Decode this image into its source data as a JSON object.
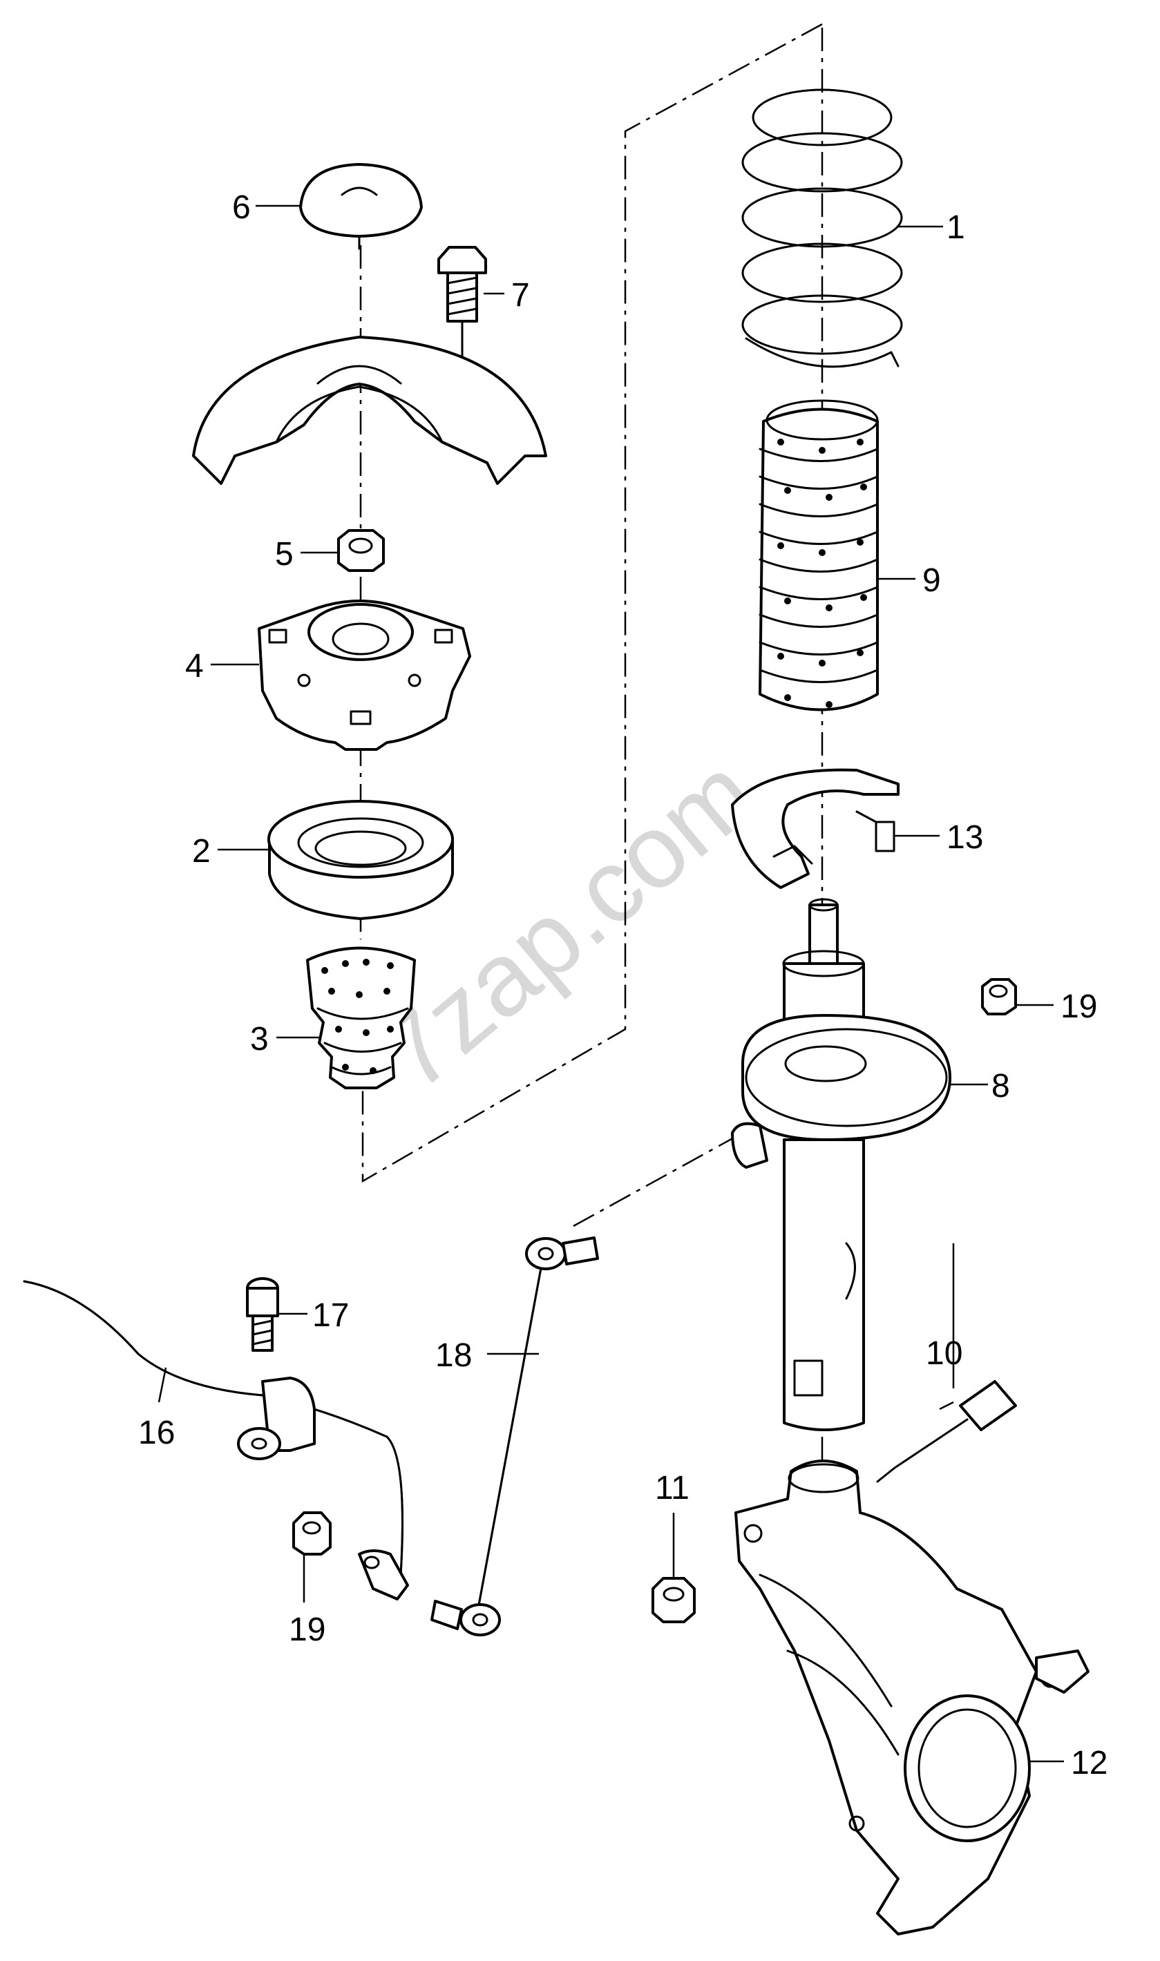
{
  "watermark": "7zap.com",
  "callouts": [
    {
      "id": "1",
      "label": "1"
    },
    {
      "id": "2",
      "label": "2"
    },
    {
      "id": "3",
      "label": "3"
    },
    {
      "id": "4",
      "label": "4"
    },
    {
      "id": "5",
      "label": "5"
    },
    {
      "id": "6",
      "label": "6"
    },
    {
      "id": "7",
      "label": "7"
    },
    {
      "id": "8",
      "label": "8"
    },
    {
      "id": "9",
      "label": "9"
    },
    {
      "id": "10",
      "label": "10"
    },
    {
      "id": "11",
      "label": "11"
    },
    {
      "id": "12",
      "label": "12"
    },
    {
      "id": "13",
      "label": "13"
    },
    {
      "id": "16",
      "label": "16"
    },
    {
      "id": "17",
      "label": "17"
    },
    {
      "id": "18",
      "label": "18"
    },
    {
      "id": "19a",
      "label": "19"
    },
    {
      "id": "19b",
      "label": "19"
    }
  ],
  "parts": {
    "1": "coil-spring",
    "2": "strut-bearing",
    "3": "bump-stop",
    "4": "strut-mount",
    "5": "hex-nut",
    "6": "cap",
    "7": "bolt",
    "8": "shock-absorber",
    "9": "protective-boot",
    "10": "bolt",
    "11": "hex-nut",
    "12": "steering-knuckle",
    "13": "spring-seat",
    "16": "stabilizer-bar",
    "17": "bolt",
    "18": "coupling-rod",
    "19": "hex-nut"
  }
}
